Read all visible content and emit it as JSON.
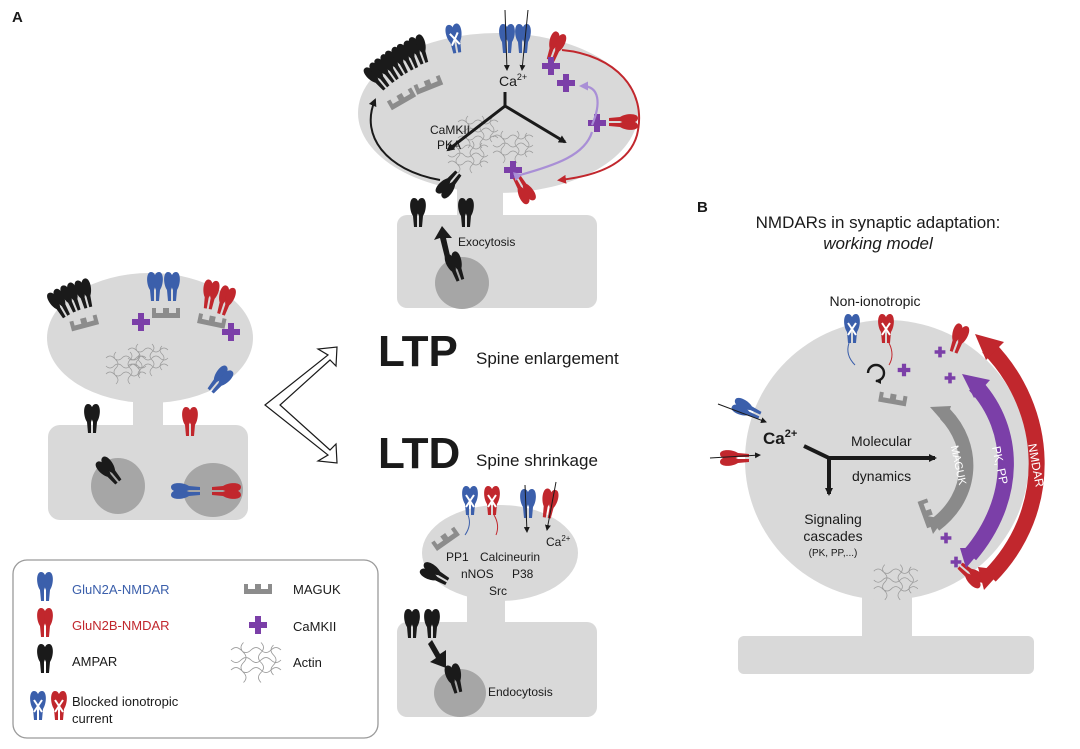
{
  "panel_a": {
    "letter": "A",
    "ltp": {
      "title": "LTP",
      "subtitle": "Spine enlargement"
    },
    "ltd": {
      "title": "LTD",
      "subtitle": "Spine shrinkage"
    },
    "ltp_spine": {
      "ion": "Ca",
      "ion_sup": "2+",
      "enzyme1": "CaMKII",
      "enzyme2": "PKA",
      "process": "Exocytosis"
    },
    "ltd_spine": {
      "ion": "Ca",
      "ion_sup": "2+",
      "m1": "PP1",
      "m2": "Calcineurin",
      "m3": "nNOS",
      "m4": "P38",
      "m5": "Src",
      "process": "Endocytosis"
    }
  },
  "legend": {
    "glun2a": "GluN2A-NMDAR",
    "glun2b": "GluN2B-NMDAR",
    "ampar": "AMPAR",
    "blocked_line1": "Blocked ionotropic",
    "blocked_line2": "current",
    "maguk": "MAGUK",
    "camkii": "CaMKII",
    "actin": "Actin"
  },
  "panel_b": {
    "letter": "B",
    "title_line1": "NMDARs in synaptic adaptation:",
    "title_line2": "working model",
    "non_ionotropic": "Non-ionotropic",
    "ion": "Ca",
    "ion_sup": "2+",
    "molecular": "Molecular",
    "dynamics": "dynamics",
    "signaling1": "Signaling",
    "signaling2": "cascades",
    "signaling3": "(PK, PP,...)",
    "arc_maguk": "MAGUK",
    "arc_pkpp": "PK, PP",
    "arc_nmdar": "NMDAR"
  },
  "colors": {
    "blue": "#3b5fab",
    "red": "#c1272d",
    "black": "#1a1a1a",
    "purple": "#7b3fa8",
    "light_purple": "#a98fd6",
    "gray_spine": "#d9d9d9",
    "gray_dark": "#8a8a8a",
    "gray_maguk": "#8c8c8c",
    "legend_blue_text": "#3b5fab",
    "legend_red_text": "#c1272d"
  }
}
